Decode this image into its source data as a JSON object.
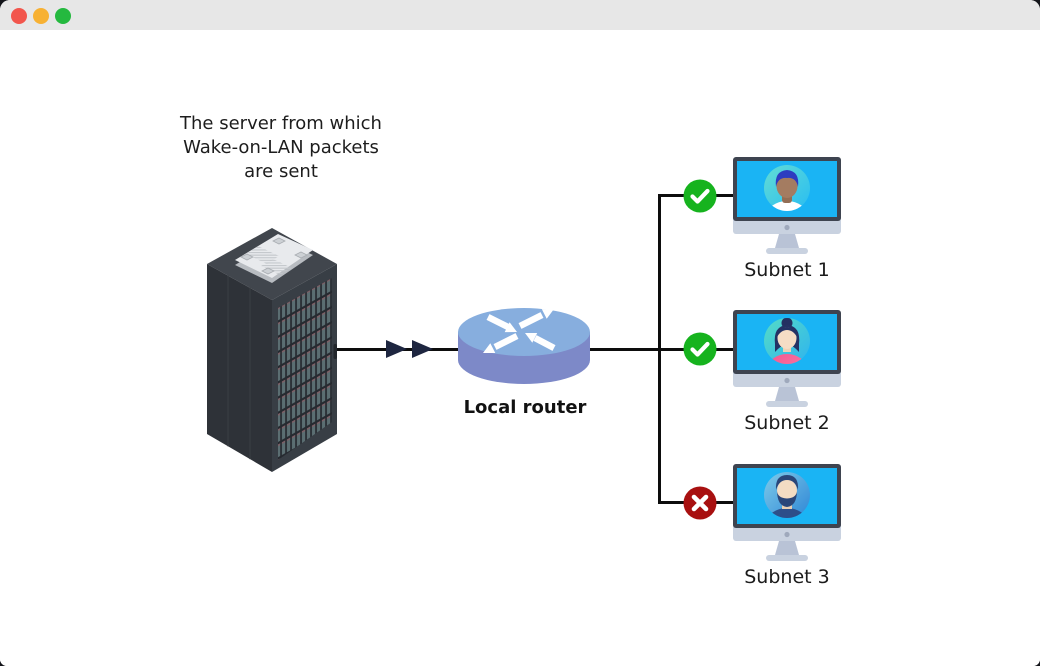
{
  "window": {
    "titlebar_buttons": [
      {
        "name": "close",
        "color": "#f2564d"
      },
      {
        "name": "minimize",
        "color": "#f7b133"
      },
      {
        "name": "zoom",
        "color": "#25b93f"
      }
    ]
  },
  "diagram": {
    "server_caption": {
      "line1": "The server from which",
      "line2": "Wake-on-LAN packets",
      "line3": "are sent"
    },
    "router_label": "Local router",
    "subnets": [
      {
        "label": "Subnet 1",
        "status": "reachable",
        "status_icon": "check",
        "status_color": "#16b31e",
        "avatar": "man-blue-hair"
      },
      {
        "label": "Subnet 2",
        "status": "reachable",
        "status_icon": "check",
        "status_color": "#16b31e",
        "avatar": "woman-bun"
      },
      {
        "label": "Subnet 3",
        "status": "unreachable",
        "status_icon": "cross",
        "status_color": "#a81010",
        "avatar": "man-beard"
      }
    ],
    "colors": {
      "line": "#0d0d0d",
      "flow_arrow": "#1e2640",
      "router_top": "#87aede",
      "router_side": "#7d89c8",
      "monitor_screen": "#1ab4f4",
      "monitor_frame": "#3e4450",
      "status_ok": "#16b31e",
      "status_fail": "#a81010"
    }
  }
}
